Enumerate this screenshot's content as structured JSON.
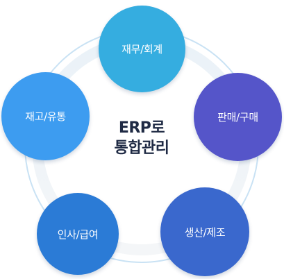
{
  "center": {
    "line1": "ERP로",
    "line2": "통합관리"
  },
  "nodes": [
    {
      "id": "finance",
      "label": "재무/회계",
      "color": "#35ade0"
    },
    {
      "id": "sales",
      "label": "판매/구매",
      "color": "#5555c9"
    },
    {
      "id": "production",
      "label": "생산/제조",
      "color": "#3a68cd"
    },
    {
      "id": "hr",
      "label": "인사/급여",
      "color": "#2b7bd6"
    },
    {
      "id": "inventory",
      "label": "재고/유통",
      "color": "#3d9cf0"
    }
  ],
  "colors": {
    "ring_outer": "#c9e2f4",
    "ring_inner": "#eef3f7",
    "center_text": "#1f2a44"
  }
}
